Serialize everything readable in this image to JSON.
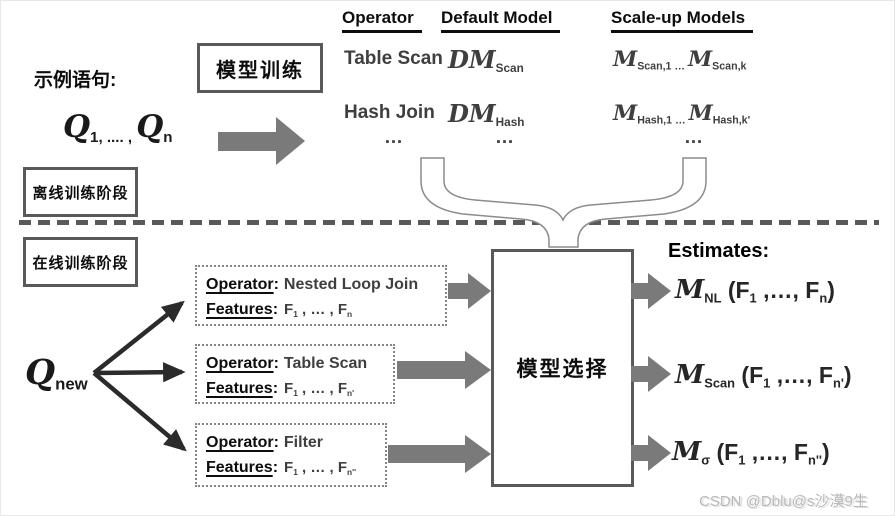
{
  "diagram": {
    "watermark": "CSDN @Dblu@s沙漠9生",
    "offline": {
      "phase_label": "离线训练阶段",
      "example_label": "示例语句:",
      "training_box_label": "模型训练",
      "queries_formula": [
        {
          "v": "Q",
          "c": 1
        },
        {
          "v": "1, .... , ",
          "s": 1
        },
        {
          "v": "Q",
          "c": 1
        },
        {
          "v": "n",
          "s": 1
        }
      ]
    },
    "model_table": {
      "headers": [
        "Operator",
        "Default Model",
        "Scale-up Models"
      ],
      "rows": [
        {
          "operator": "Table Scan",
          "default_model": [
            {
              "v": "DM",
              "c": 1
            },
            {
              "v": "Scan",
              "s": 1
            }
          ],
          "scaleup_models": [
            {
              "v": "M",
              "c": 1
            },
            {
              "v": "Scan,1 ",
              "s": 1
            },
            {
              "v": "… ",
              "s": 1
            },
            {
              "v": "M",
              "c": 1
            },
            {
              "v": "Scan,k",
              "s": 1
            }
          ]
        },
        {
          "operator": "Hash Join",
          "default_model": [
            {
              "v": "DM",
              "c": 1
            },
            {
              "v": "Hash",
              "s": 1
            }
          ],
          "scaleup_models": [
            {
              "v": "M",
              "c": 1
            },
            {
              "v": "Hash,1 ",
              "s": 1
            },
            {
              "v": "… ",
              "s": 1
            },
            {
              "v": "M",
              "c": 1
            },
            {
              "v": "Hash,k'",
              "s": 1
            }
          ]
        }
      ],
      "ellipsis_row": [
        "…",
        "…",
        "…"
      ]
    },
    "online": {
      "phase_label": "在线训练阶段",
      "new_query_formula": [
        {
          "v": "Q",
          "c": 1
        },
        {
          "v": "new",
          "s": 1
        }
      ],
      "colon": ":",
      "operator_boxes": [
        {
          "operator_label": "Operator",
          "operator": "Nested Loop Join",
          "features_label": "Features",
          "features": [
            {
              "v": "F"
            },
            {
              "v": "1",
              "s": 1
            },
            {
              "v": " , … , F"
            },
            {
              "v": "n",
              "s": 1
            }
          ]
        },
        {
          "operator_label": "Operator",
          "operator": "Table Scan",
          "features_label": "Features",
          "features": [
            {
              "v": "F"
            },
            {
              "v": "1",
              "s": 1
            },
            {
              "v": " , … , F"
            },
            {
              "v": "n'",
              "s": 1
            }
          ]
        },
        {
          "operator_label": "Operator",
          "operator": "Filter",
          "features_label": "Features",
          "features": [
            {
              "v": "F"
            },
            {
              "v": "1",
              "s": 1
            },
            {
              "v": " , … , F"
            },
            {
              "v": "n''",
              "s": 1
            }
          ]
        }
      ]
    },
    "selection": {
      "box_label": "模型选择",
      "estimates_label": "Estimates:",
      "estimate_formulas": [
        [
          {
            "v": "M",
            "c": 1
          },
          {
            "v": "NL",
            "s": 1
          },
          {
            "v": " (F"
          },
          {
            "v": "1",
            "s": 1
          },
          {
            "v": " ,…, F"
          },
          {
            "v": "n",
            "s": 1
          },
          {
            "v": ")"
          }
        ],
        [
          {
            "v": "M",
            "c": 1
          },
          {
            "v": "Scan",
            "s": 1
          },
          {
            "v": " (F"
          },
          {
            "v": "1",
            "s": 1
          },
          {
            "v": " ,…, F"
          },
          {
            "v": "n'",
            "s": 1
          },
          {
            "v": ")"
          }
        ],
        [
          {
            "v": "M",
            "c": 1
          },
          {
            "v": "σ",
            "s": 1
          },
          {
            "v": " (F"
          },
          {
            "v": "1",
            "s": 1
          },
          {
            "v": " ,…, F"
          },
          {
            "v": "n''",
            "s": 1
          },
          {
            "v": ")"
          }
        ]
      ]
    },
    "colors": {
      "arrow_gray": "#7a7a7a",
      "border_gray": "#595959",
      "text_dark": "#3f3f3f",
      "black": "#0d0d0d"
    }
  }
}
